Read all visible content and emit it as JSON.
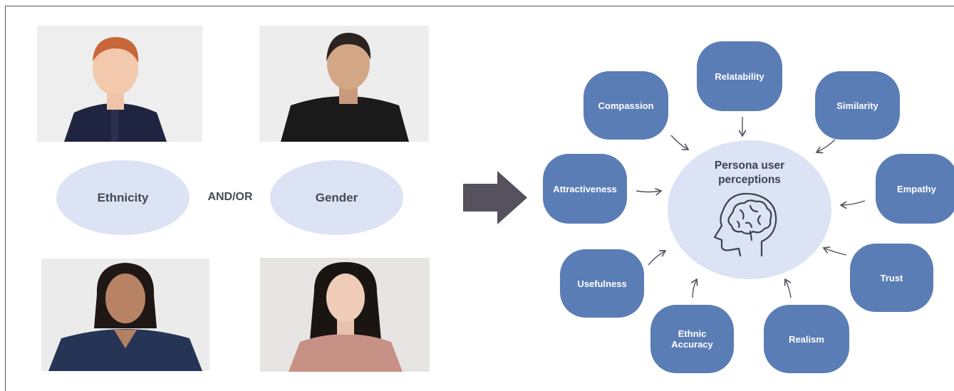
{
  "left_panel": {
    "attributes": [
      "Ethnicity",
      "Gender"
    ],
    "connector": "AND/OR"
  },
  "center": {
    "title": "Persona user\nperceptions",
    "icon": "head-brain-icon"
  },
  "perceptions": [
    "Relatability",
    "Compassion",
    "Similarity",
    "Attractiveness",
    "Empathy",
    "Usefulness",
    "Trust",
    "Ethnic\nAccuracy",
    "Realism"
  ],
  "colors": {
    "node_fill": "#5b7db6",
    "pale_fill": "#dbe3f4",
    "arrow": "#55525e",
    "text_dark": "#444a55"
  }
}
